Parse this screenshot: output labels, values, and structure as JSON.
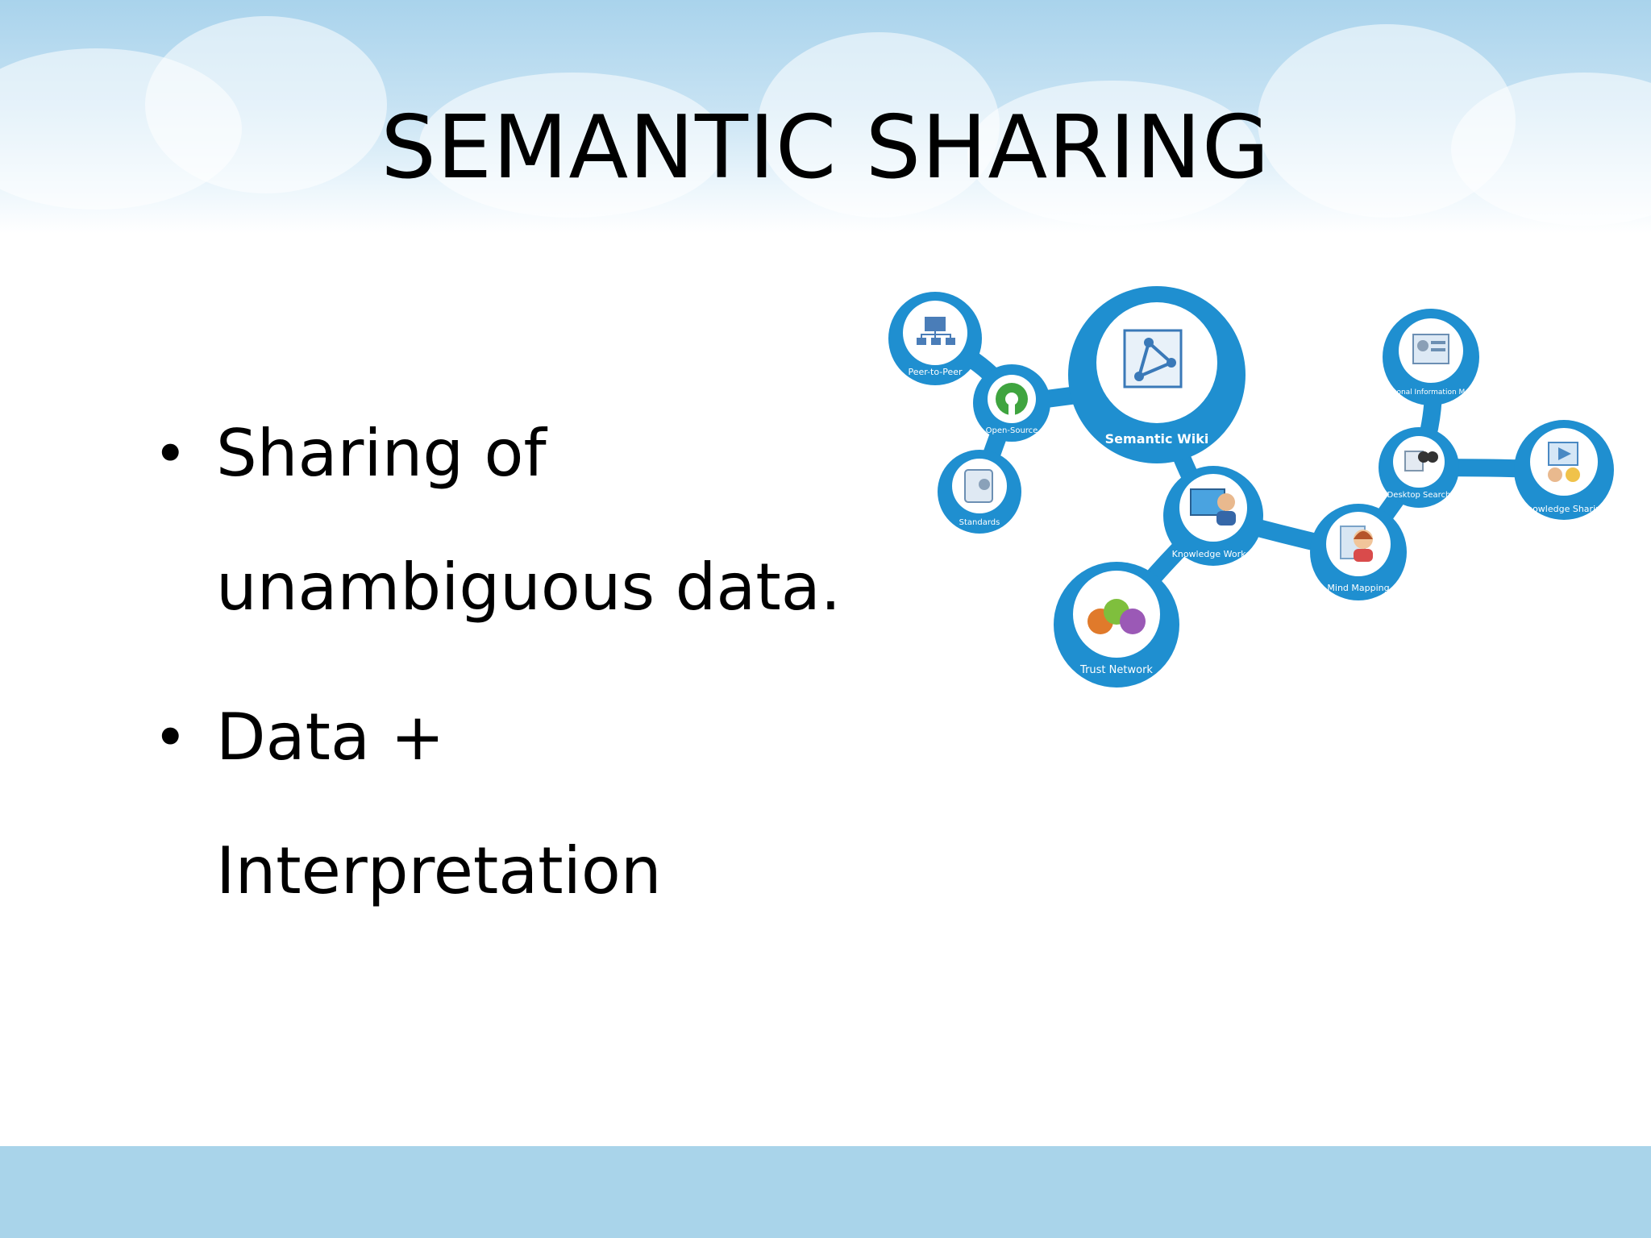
{
  "slide": {
    "title": "SEMANTIC SHARING",
    "bullets": [
      {
        "lines": [
          "Sharing of",
          "unambiguous data."
        ]
      },
      {
        "lines": [
          "Data  +",
          "Interpretation"
        ]
      }
    ],
    "bullet_symbol": "•"
  },
  "diagram": {
    "nodes": {
      "semantic_wiki": "Semantic Wiki",
      "peer_to_peer": "Peer-to-Peer",
      "open_source": "Open-Source",
      "standards": "Standards",
      "knowledge_worker": "Knowledge Worker",
      "trust_network": "Trust Network",
      "mind_mapping": "Mind Mapping",
      "desktop_search": "Desktop Search",
      "personal_information_model": "Personal Information Model",
      "knowledge_sharing": "Knowledge Sharing"
    },
    "colors": {
      "ring": "#1f8fd0",
      "ring_light": "#5ab3e4",
      "inner": "#ffffff"
    }
  }
}
